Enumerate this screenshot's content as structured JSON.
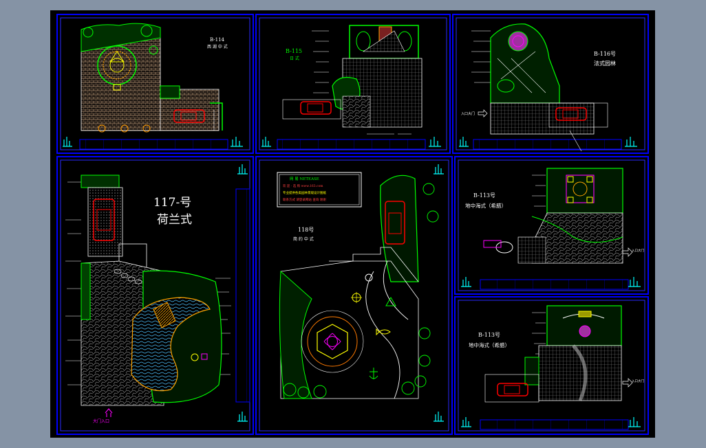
{
  "colors": {
    "background": "#8593a5",
    "viewport": "#000000",
    "frame": "#0000ff",
    "frame_inner": "#2a2aff",
    "green": "#00ff00",
    "dark_green": "#00a000",
    "yellow": "#ffff00",
    "red": "#ff0000",
    "magenta": "#ff00ff",
    "white": "#ffffff",
    "cyan": "#00ffff",
    "orange": "#ffa500",
    "grey": "#8a8a8a"
  },
  "sheets": {
    "b114": {
      "code": "B-114",
      "subtitle": "西 湖 中 式"
    },
    "b115": {
      "code": "B-115",
      "subtitle": "日 式"
    },
    "b116": {
      "code": "B-116号",
      "subtitle": "法式园林",
      "entrance": "入口大门"
    },
    "s117": {
      "title": "117-号",
      "subtitle": "荷兰式",
      "gate": "大门入口"
    },
    "s118": {
      "title": "118号",
      "subtitle": "简 约 中 式",
      "netease_title": "网 易   NETEASE",
      "netease_line1": "欢 迎 · 选 购    www.163.com",
      "netease_line2": "专业提供各类园林景观设计图纸",
      "netease_line3": "联系方式 请登录网站 查询 谢谢"
    },
    "b113a": {
      "code": "B-113号",
      "subtitle": "地中海式（希腊）",
      "entrance": "入口大门"
    },
    "b113b": {
      "code": "B-113号",
      "subtitle": "地中海式（希腊）",
      "entrance": "入口大门"
    }
  }
}
